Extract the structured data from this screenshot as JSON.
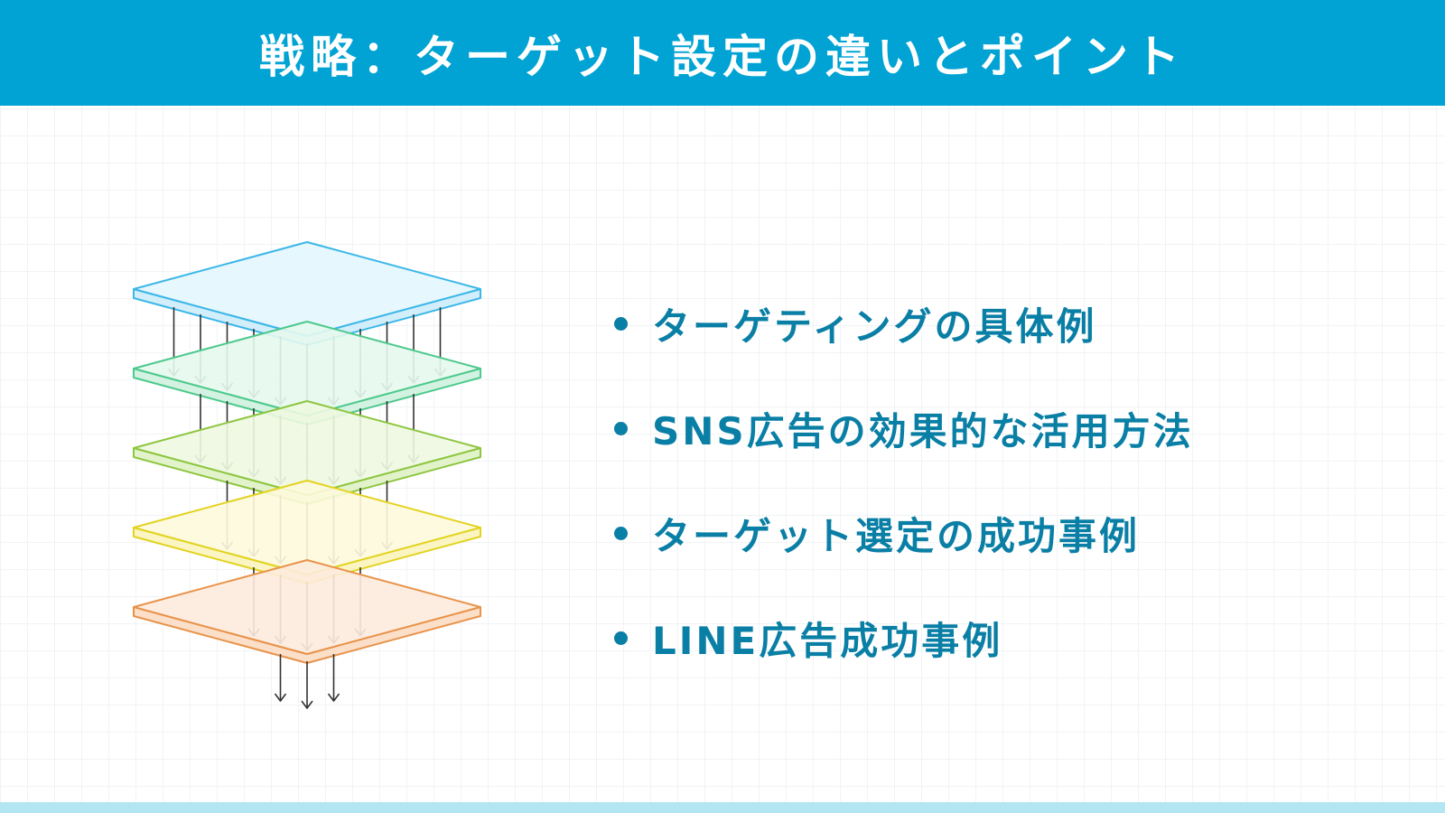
{
  "header": {
    "title": "戦略：ターゲット設定の違いとポイント"
  },
  "bullets": [
    {
      "label": "ターゲティングの具体例"
    },
    {
      "label": "SNS広告の効果的な活用方法"
    },
    {
      "label": "ターゲット選定の成功事例"
    },
    {
      "label": "LINE広告成功事例"
    }
  ],
  "colors": {
    "header_bg": "#00a3d3",
    "header_text": "#ffffff",
    "bullet_text": "#0a7fa5",
    "footer_bar": "#b3e6f2",
    "arrow": "#333333"
  },
  "funnel": {
    "icon": "filter-layers-icon",
    "layers": [
      {
        "stroke": "#3ab7e8",
        "fill": "#e3f6fd",
        "side": "#d2eefa",
        "arrows_above": 13,
        "arrows_out": 11
      },
      {
        "stroke": "#4cc98c",
        "fill": "#e6f8ee",
        "side": "#d3f2e1",
        "arrows_out": 9
      },
      {
        "stroke": "#8dc63f",
        "fill": "#eef8e0",
        "side": "#e2f3cc",
        "arrows_out": 7
      },
      {
        "stroke": "#e3d31f",
        "fill": "#fdfadb",
        "side": "#faf5c2",
        "arrows_out": 5
      },
      {
        "stroke": "#e8934a",
        "fill": "#fdebdd",
        "side": "#fbdfc9",
        "arrows_out": 3
      }
    ]
  }
}
